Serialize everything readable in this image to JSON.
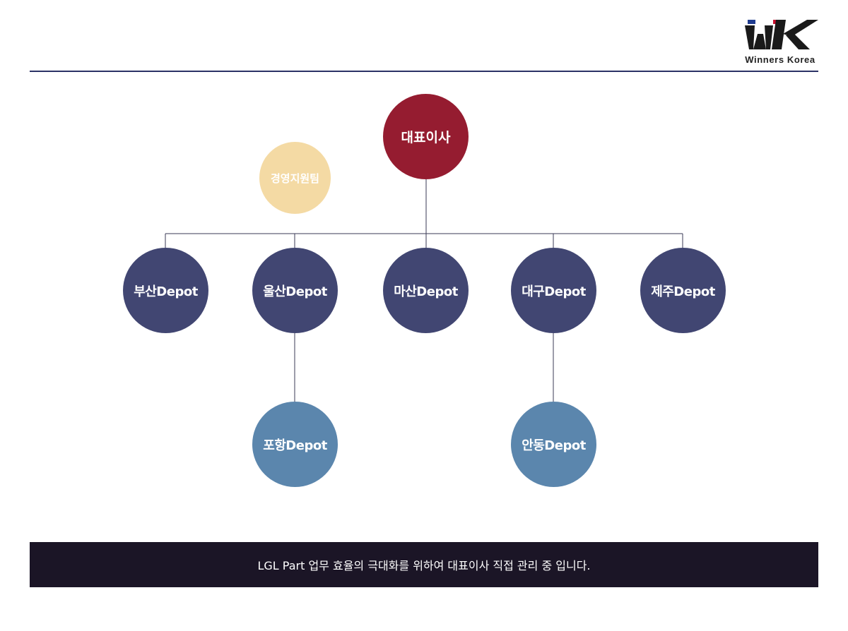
{
  "header": {
    "logo_text": "Winners  Korea"
  },
  "chart": {
    "root": "대표이사",
    "advisory": "경영지원팀",
    "depots": [
      "부산Depot",
      "울산Depot",
      "마산Depot",
      "대구Depot",
      "제주Depot"
    ],
    "sub_depots": {
      "ulsan": "포항Depot",
      "daegu": "안동Depot"
    }
  },
  "footer": {
    "note": "LGL Part 업무 효율의 극대화를 위하여 대표이사 직접 관리 중 입니다."
  },
  "colors": {
    "ceo": "#951c30",
    "support": "#f4daa4",
    "depot": "#414672",
    "sub_depot": "#5b86ad",
    "footer_bg": "#1b1526",
    "rule": "#2b3266",
    "logo_red": "#c8102e",
    "logo_blue": "#1f3b8f"
  }
}
